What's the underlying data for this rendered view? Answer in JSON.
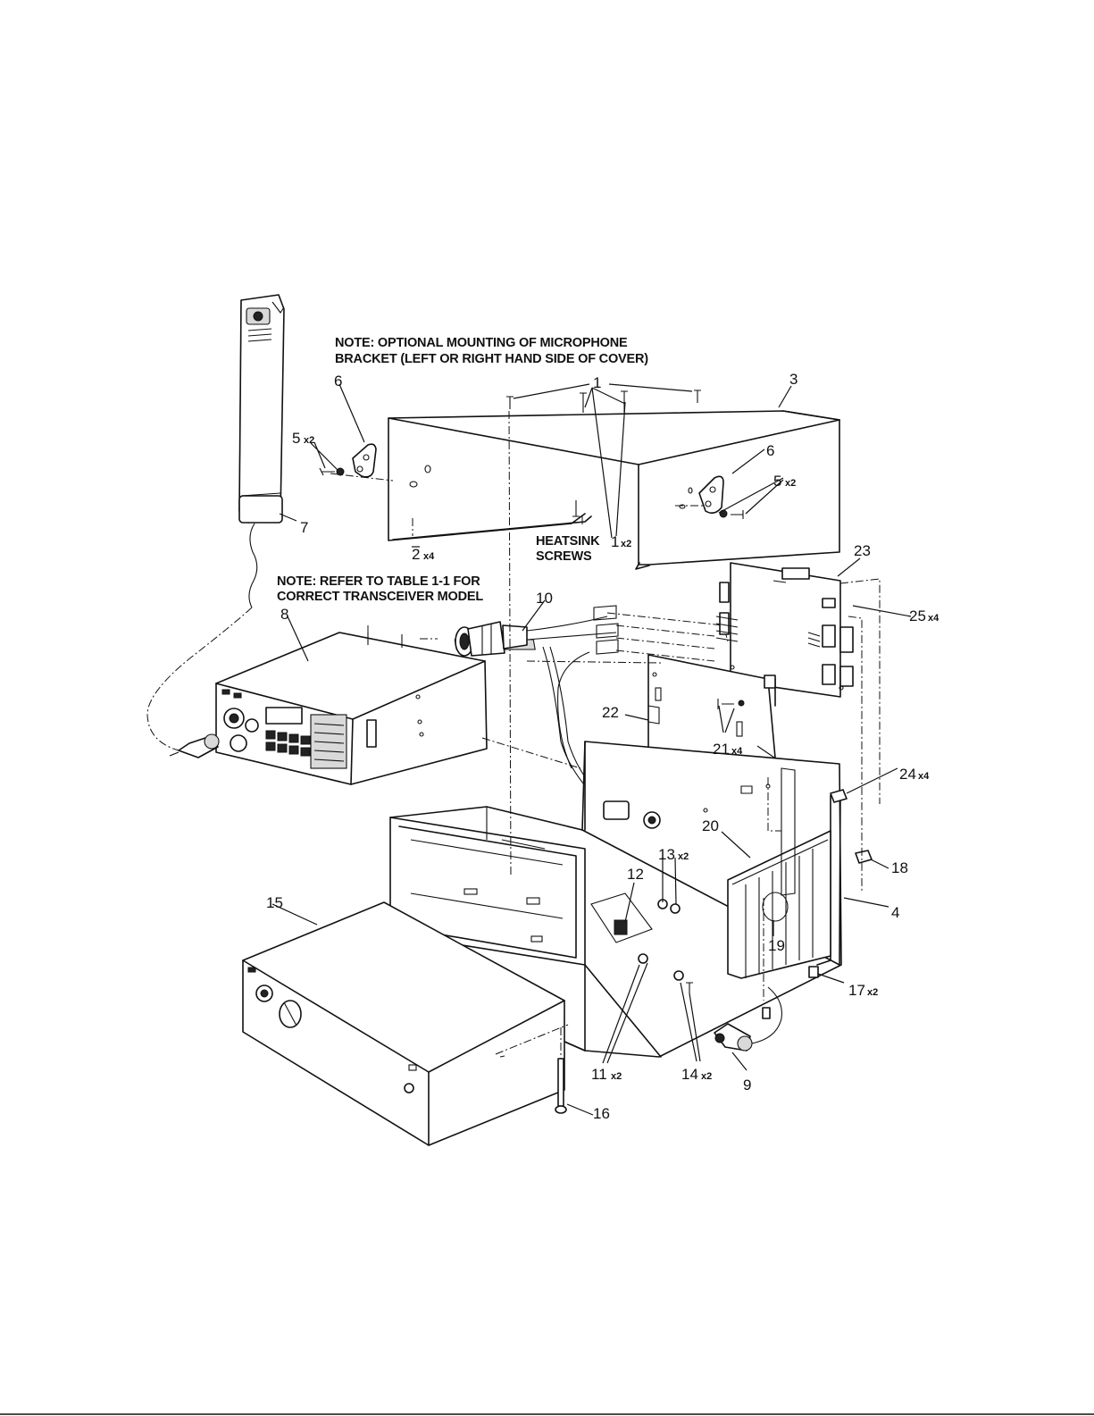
{
  "notes": {
    "mounting_line1": "NOTE:  OPTIONAL MOUNTING OF MICROPHONE",
    "mounting_line2": "BRACKET (LEFT OR RIGHT HAND SIDE OF COVER)",
    "table_line1": "NOTE:  REFER TO TABLE 1-1 FOR",
    "table_line2": "CORRECT  TRANSCEIVER MODEL",
    "heatsink_line1": "HEATSINK",
    "heatsink_line2": "SCREWS"
  },
  "callouts": {
    "c1": "1",
    "c1b": "1",
    "c1b_qty": "x2",
    "c2": "2",
    "c2_qty": "x4",
    "c3": "3",
    "c4": "4",
    "c5a": "5",
    "c5a_qty": "x2",
    "c5b": "5",
    "c5b_qty": "x2",
    "c6a": "6",
    "c6b": "6",
    "c7": "7",
    "c8": "8",
    "c9": "9",
    "c10": "10",
    "c11": "11",
    "c11_qty": "x2",
    "c12": "12",
    "c13": "13",
    "c13_qty": "x2",
    "c14": "14",
    "c14_qty": "x2",
    "c15": "15",
    "c16": "16",
    "c17": "17",
    "c17_qty": "x2",
    "c18": "18",
    "c19": "19",
    "c20": "20",
    "c21": "21",
    "c21_qty": "x4",
    "c22": "22",
    "c23": "23",
    "c24": "24",
    "c24_qty": "x4",
    "c25": "25",
    "c25_qty": "x4"
  }
}
